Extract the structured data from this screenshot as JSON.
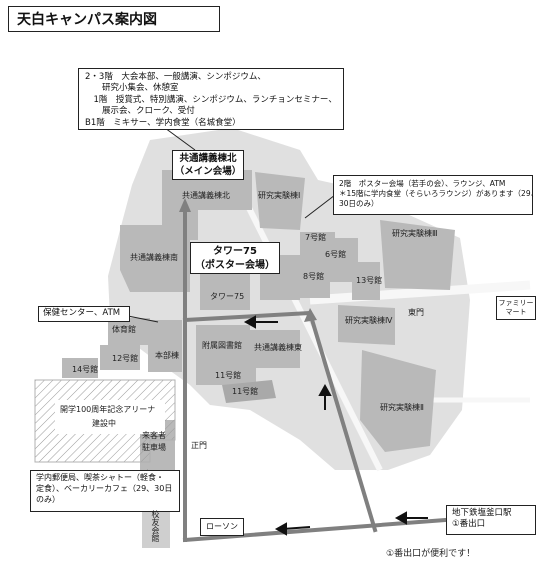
{
  "title": "天白キャンパス案内図",
  "colors": {
    "background": "#ffffff",
    "ground": "#e0e0e0",
    "building": "#b9b9b9",
    "building_dark": "#9f9f9f",
    "road": "#f7f7f7",
    "route": "#808080",
    "arrow": "#111111"
  },
  "callouts": {
    "main_venue": {
      "lines": [
        "2・3階　大会本部、一般講演、シンポジウム、",
        "　　研究小集会、休憩室",
        "　1階　授賞式、特別講演、シンポジウム、ランチョンセミナー、",
        "　　展示会、クローク、受付",
        "B1階　ミキサー、学内食堂（名城食堂）"
      ]
    },
    "main_venue_name": {
      "line1": "共通講義棟北",
      "line2": "（メイン会場）"
    },
    "poster_info": {
      "lines": [
        "2階　ポスター会場（若手の会）、ラウンジ、ATM",
        "＊15階に学内食堂（そらいろラウンジ）があります（29、",
        "30日のみ）"
      ]
    },
    "tower": {
      "line1": "タワー75",
      "line2": "（ポスター会場）"
    },
    "health": {
      "text": "保健センター、ATM"
    },
    "post_office": {
      "lines": [
        "学内郵便局、喫茶シャトー（軽食・",
        "定食）、ベーカリーカフェ（29、30日",
        "のみ）"
      ]
    },
    "station": {
      "line1": "地下鉄塩釜口駅",
      "line2": "①番出口"
    },
    "family_mart": {
      "line1": "ファミリー",
      "line2": "マート"
    },
    "lawson": {
      "text": "ローソン"
    }
  },
  "labels": {
    "kyotsu_north": "共通講義棟北",
    "kenkyu1": "研究実験棟Ⅰ",
    "kyotsu_south": "共通講義棟南",
    "bldg7": "7号館",
    "bldg6": "6号館",
    "bldg8": "8号館",
    "bldg13": "13号館",
    "kenkyu3": "研究実験棟Ⅲ",
    "tower_small": "タワー75",
    "east_gate": "東門",
    "kenkyu4": "研究実験棟Ⅳ",
    "gym": "体育館",
    "bldg12": "12号館",
    "honbu": "本部棟",
    "library": "附属図書館",
    "kyotsu_east": "共通講義棟東",
    "bldg14": "14号館",
    "bldg11": "11号館",
    "bldg11b": "11号館",
    "kenkyu2": "研究実験棟Ⅱ",
    "arena_line1": "開学100周年記念アリーナ",
    "arena_line2": "建設中",
    "main_gate": "正門",
    "parking_line1": "来客者",
    "parking_line2": "駐車場",
    "shuyu": "校友会館"
  },
  "note": "①番出口が便利です！"
}
